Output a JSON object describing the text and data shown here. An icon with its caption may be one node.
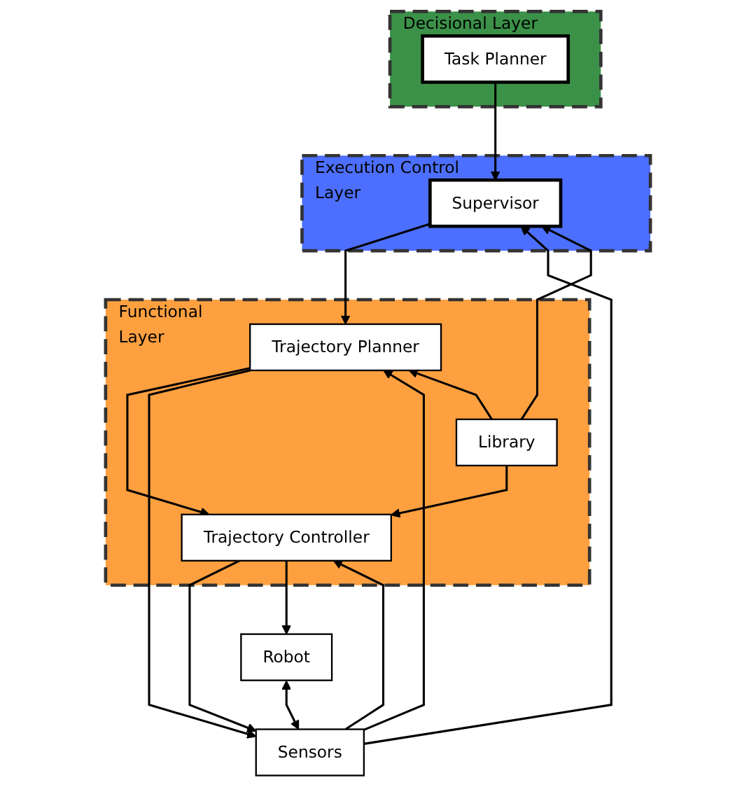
{
  "diagram": {
    "nodes": [
      {
        "text": [
          "Decisional Layer"
        ]
      },
      {
        "text": [
          "Task Planner"
        ],
        "in": 0
      },
      {
        "text": [
          "Execution Control Layer"
        ]
      },
      {
        "text": [
          "Supervisor"
        ],
        "in": 2
      },
      {
        "text": [
          "Functional Layer"
        ]
      },
      {
        "text": [
          "Trajectory Planner"
        ],
        "in": 4
      },
      {
        "text": [
          "Library"
        ],
        "in": 4
      },
      {
        "text": [
          "Trajectory Controller"
        ],
        "in": 4
      },
      {
        "text": [
          "Sensors"
        ]
      },
      {
        "text": [
          "Robot"
        ]
      }
    ],
    "edges": [
      {
        "from": 1,
        "to": 3,
        "arrow": "to"
      },
      {
        "from": 3,
        "to": 5,
        "arrow": "to"
      },
      {
        "from": 6,
        "to": 3,
        "arrow": "to"
      },
      {
        "from": 6,
        "to": 5,
        "arrow": "to"
      },
      {
        "from": 6,
        "to": 7,
        "arrow": "to"
      },
      {
        "from": 5,
        "to": 7,
        "arrow": "to"
      },
      {
        "from": 8,
        "to": 3,
        "arrow": "to"
      },
      {
        "from": 5,
        "to": 8,
        "arrow": "to"
      },
      {
        "from": 8,
        "to": 5,
        "arrow": "to"
      },
      {
        "from": 7,
        "to": 8,
        "arrow": "to"
      },
      {
        "from": 8,
        "to": 7,
        "arrow": "to"
      },
      {
        "from": 7,
        "to": 9,
        "arrow": "to"
      },
      {
        "from": 9,
        "to": 8,
        "arrow": "both"
      }
    ]
  }
}
